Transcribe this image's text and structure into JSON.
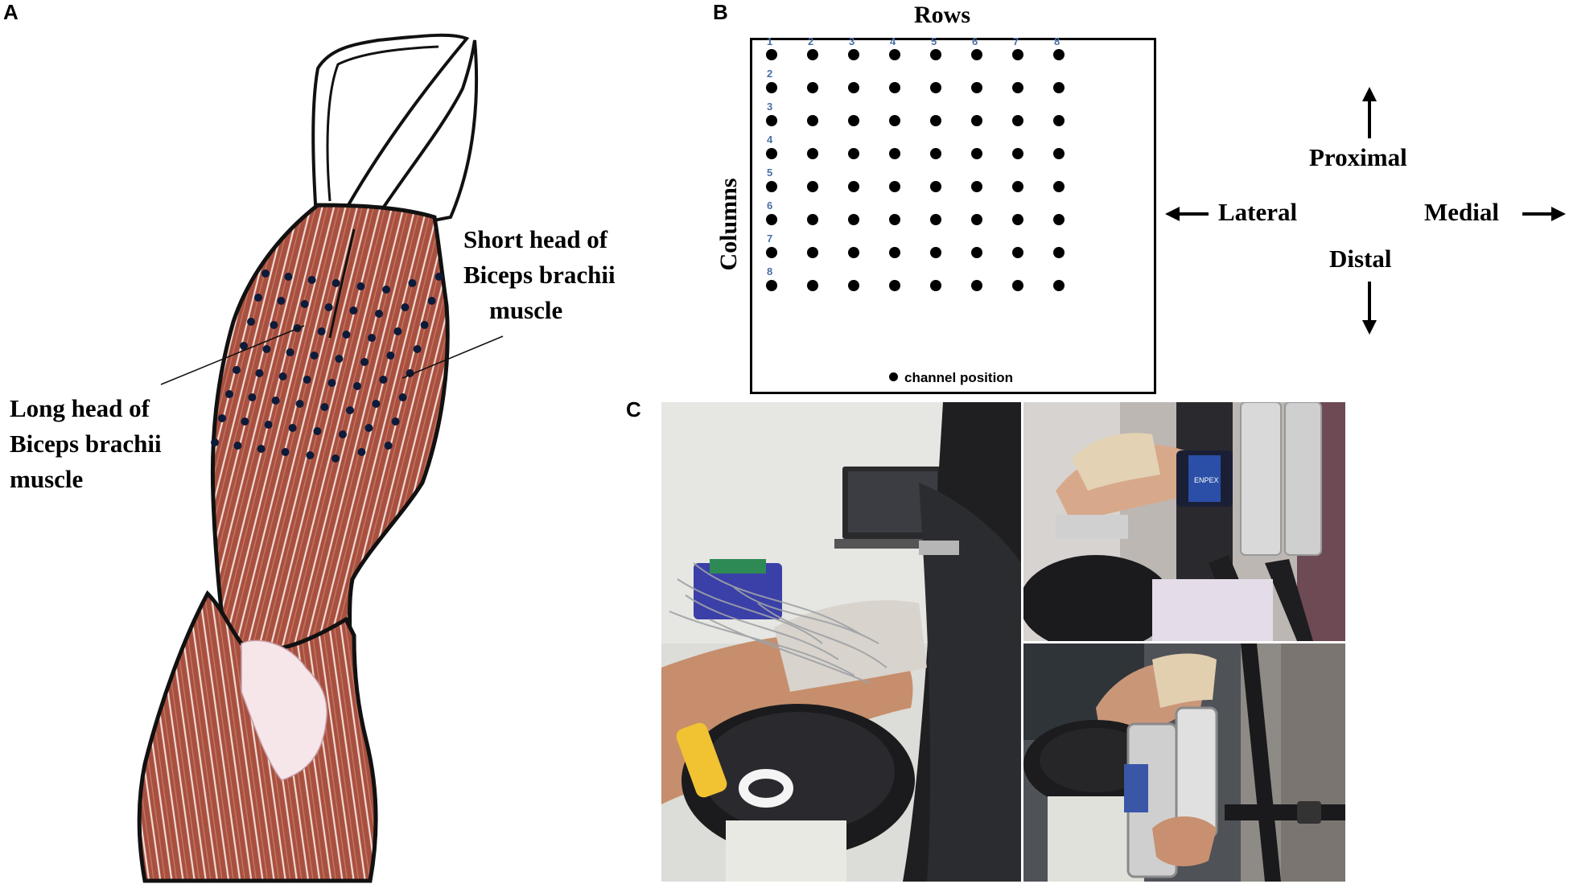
{
  "panel_labels": {
    "a": "A",
    "b": "B",
    "c": "C"
  },
  "panel_a": {
    "label_short_head": [
      "Short head of",
      "Biceps brachii",
      "muscle"
    ],
    "label_long_head": [
      "Long head of",
      "Biceps brachii",
      "muscle"
    ],
    "muscle_color": "#a0493a",
    "electrode_color": "#0d1b3a"
  },
  "panel_b": {
    "rows_title": "Rows",
    "columns_title": "Columns",
    "row_numbers": [
      "1",
      "2",
      "3",
      "4",
      "5",
      "6",
      "7",
      "8"
    ],
    "column_numbers": [
      "1",
      "2",
      "3",
      "4",
      "5",
      "6",
      "7",
      "8"
    ],
    "legend": "channel position",
    "number_color": "#4a6fa5",
    "directions": {
      "proximal": "Proximal",
      "distal": "Distal",
      "lateral": "Lateral",
      "medial": "Medial"
    }
  },
  "panel_c": {
    "strap_text": "ENPEX"
  }
}
